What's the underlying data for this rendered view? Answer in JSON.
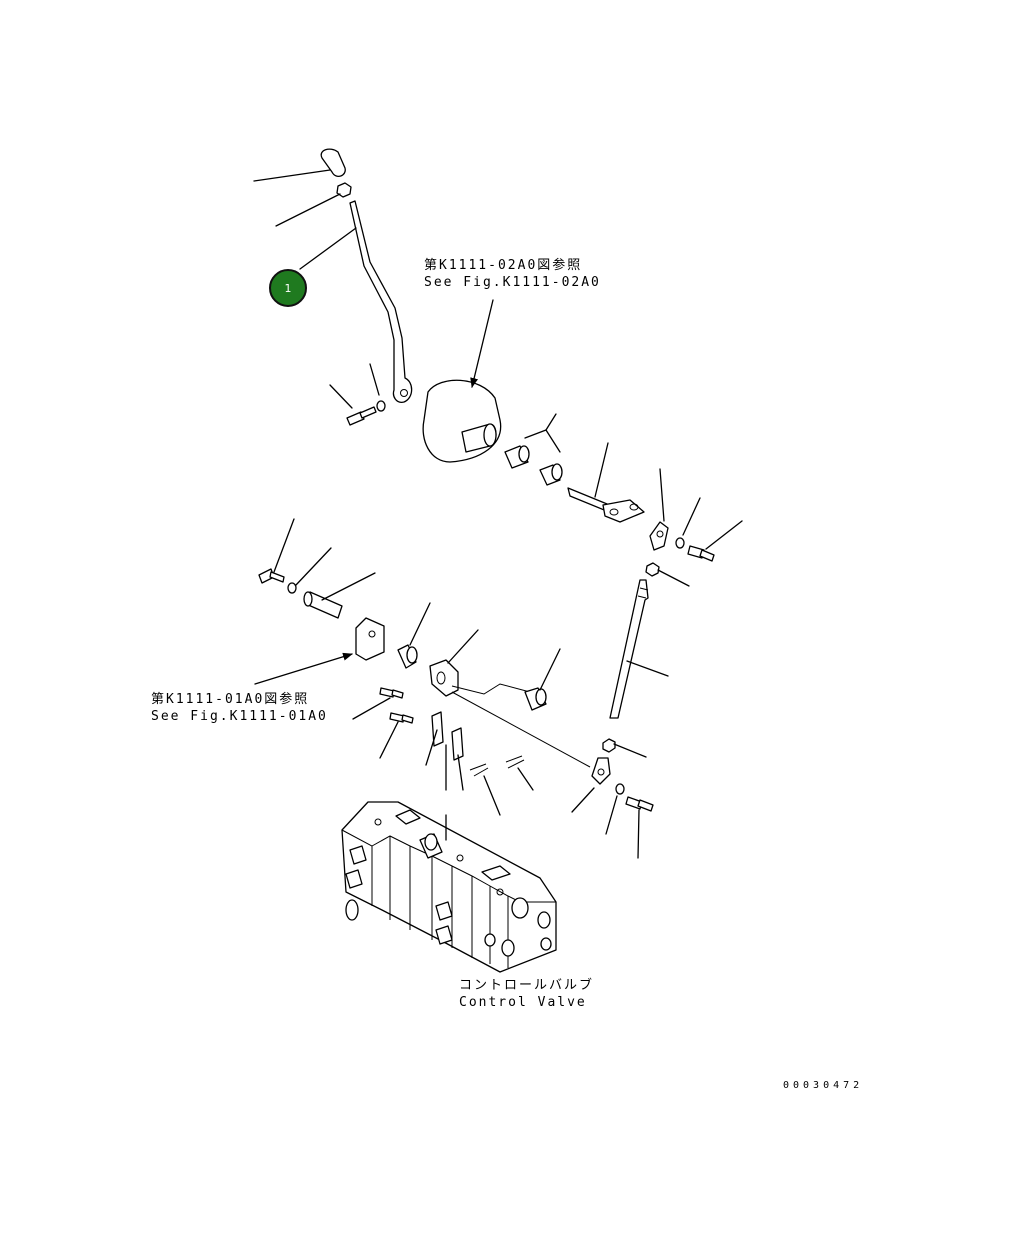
{
  "callouts": [
    {
      "id": "1",
      "color": "#1f7a1f"
    }
  ],
  "references": {
    "upper": {
      "jp": "第K1111-02A0図参照",
      "en": "See Fig.K1111-02A0"
    },
    "lower": {
      "jp": "第K1111-01A0図参照",
      "en": "See Fig.K1111-01A0"
    }
  },
  "component": {
    "jp": "コントロールバルブ",
    "en": "Control Valve"
  },
  "drawing_number": "00030472"
}
